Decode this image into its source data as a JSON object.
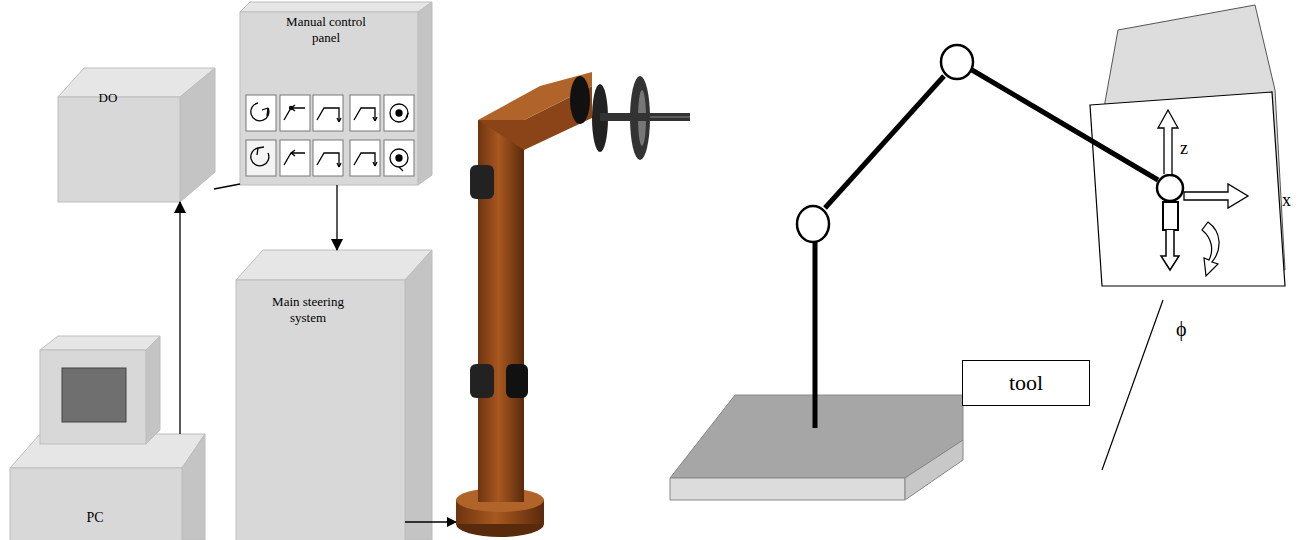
{
  "diagram": {
    "nodes": [
      {
        "text": [
          "Manual control panel"
        ]
      },
      {
        "text": [
          "DO"
        ]
      },
      {
        "text": [
          "Main steering system"
        ]
      },
      {
        "text": [
          "PC"
        ]
      },
      {
        "text": [
          "tool"
        ]
      }
    ],
    "edges": [
      {
        "from": 3,
        "to": 1,
        "arrow": "to"
      },
      {
        "from": 1,
        "to": 0,
        "arrow": "none"
      },
      {
        "from": 0,
        "to": 2,
        "arrow": "to"
      }
    ],
    "labels": [
      "z",
      "x",
      "ϕ"
    ]
  }
}
